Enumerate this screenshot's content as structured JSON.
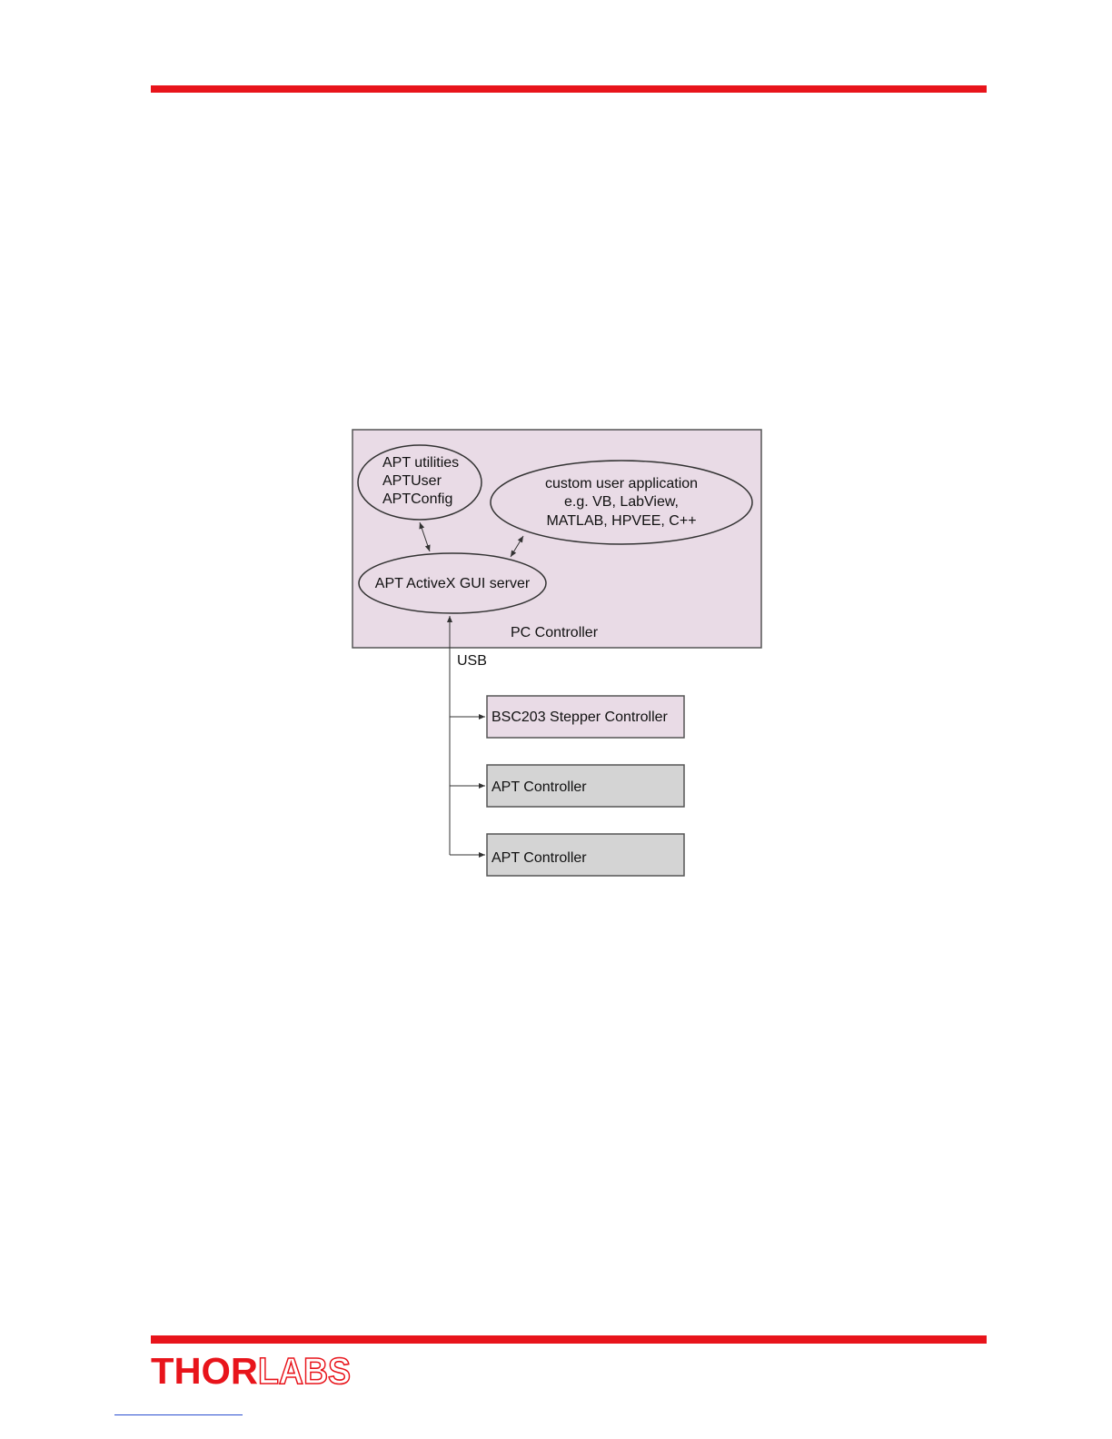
{
  "page": {
    "accent_color": "#e8141b",
    "footer_link_color": "#2a4fd0"
  },
  "diagram": {
    "pc_box": {
      "label": "PC Controller",
      "fill": "#e9dbe6"
    },
    "utilities_ellipse": {
      "lines": [
        "APT utilities",
        "APTUser",
        "APTConfig"
      ]
    },
    "custom_app_ellipse": {
      "lines": [
        "custom user application",
        "e.g. VB, LabView,",
        "MATLAB, HPVEE, C++"
      ]
    },
    "server_ellipse": {
      "label": "APT ActiveX GUI server"
    },
    "bus_label": "USB",
    "devices": [
      {
        "label": "BSC203 Stepper Controller",
        "fill": "#e9dbe6"
      },
      {
        "label": "APT Controller",
        "fill": "#d4d4d4"
      },
      {
        "label": "APT Controller",
        "fill": "#d4d4d4"
      }
    ]
  },
  "logo": {
    "part1": "THOR",
    "part2": "LABS",
    "colors": {
      "fill": "#e8141b",
      "outline": "#e8141b"
    }
  }
}
